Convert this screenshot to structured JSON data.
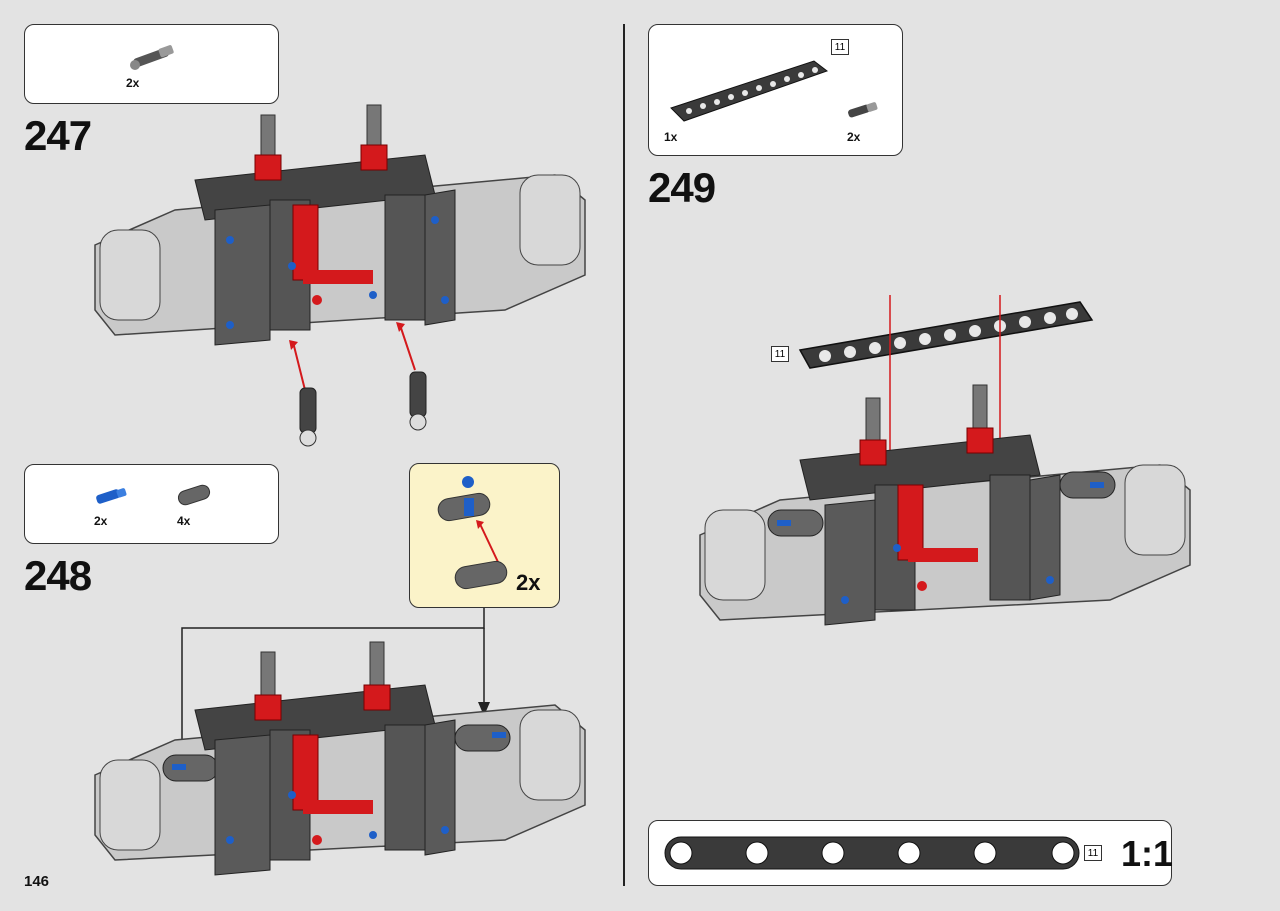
{
  "page": {
    "number": "146"
  },
  "steps": {
    "s247": {
      "number": "247",
      "parts": [
        {
          "qty": "2x",
          "icon": "axle-pin-icon"
        }
      ]
    },
    "s248": {
      "number": "248",
      "parts": [
        {
          "qty": "2x",
          "icon": "blue-axle-pin-icon"
        },
        {
          "qty": "4x",
          "icon": "half-beam-icon"
        }
      ],
      "callout": {
        "qty": "2x"
      }
    },
    "s249": {
      "number": "249",
      "parts": [
        {
          "qty": "1x",
          "icon": "beam-11-icon"
        },
        {
          "qty": "2x",
          "icon": "axle-pin-icon"
        }
      ],
      "length_tag": "11",
      "beam_tag": "11"
    }
  },
  "scale": {
    "label": "1:1",
    "length_tag": "11"
  },
  "colors": {
    "red": "#d4191c",
    "blue": "#1e5fc8",
    "dark": "#3a3a3a",
    "light": "#c8c8c8",
    "callout_bg": "#fbf3c9"
  }
}
